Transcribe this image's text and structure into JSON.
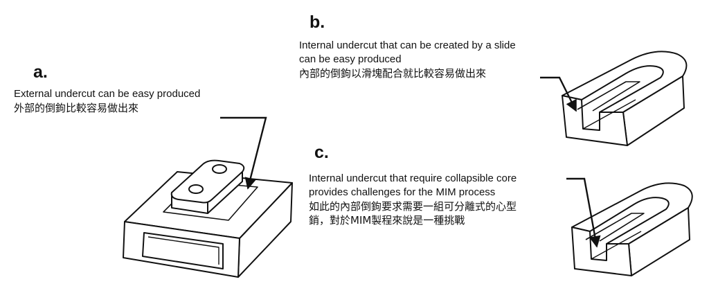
{
  "panels": [
    {
      "letter": "a.",
      "caption_en": [
        "External undercut can be easy produced"
      ],
      "caption_zh": [
        "外部的倒鉤比較容易做出來"
      ]
    },
    {
      "letter": "b.",
      "caption_en": [
        "Internal undercut that can be created by a slide",
        "can be easy produced"
      ],
      "caption_zh": [
        "內部的倒鉤以滑塊配合就比較容易做出來"
      ]
    },
    {
      "letter": "c.",
      "caption_en": [
        "Internal undercut that require collapsible core",
        "provides challenges for the MIM process"
      ],
      "caption_zh": [
        "如此的內部倒鉤要求需要一組可分離式的心型",
        "銷，對於MIM製程來說是一種挑戰"
      ]
    }
  ],
  "colors": {
    "line": "#111111",
    "background": "#ffffff"
  }
}
